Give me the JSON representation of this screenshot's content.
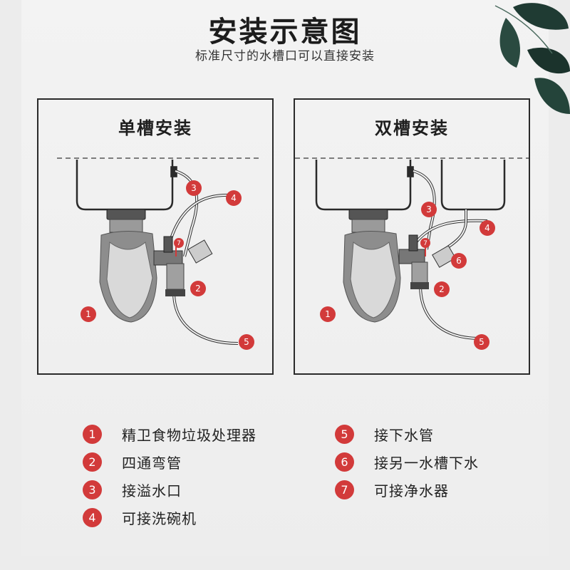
{
  "header": {
    "title": "安装示意图",
    "subtitle": "标准尺寸的水槽口可以直接安装"
  },
  "single": {
    "title": "单槽安装",
    "markers": [
      "1",
      "2",
      "3",
      "4",
      "5",
      "7"
    ]
  },
  "double": {
    "title": "双槽安装",
    "markers": [
      "1",
      "2",
      "3",
      "4",
      "5",
      "6",
      "7"
    ]
  },
  "legend_left": [
    {
      "num": "1",
      "label": "精卫食物垃圾处理器"
    },
    {
      "num": "2",
      "label": "四通弯管"
    },
    {
      "num": "3",
      "label": "接溢水口"
    },
    {
      "num": "4",
      "label": "可接洗碗机"
    }
  ],
  "legend_right": [
    {
      "num": "5",
      "label": "接下水管"
    },
    {
      "num": "6",
      "label": "接另一水槽下水"
    },
    {
      "num": "7",
      "label": "可接净水器"
    }
  ],
  "colors": {
    "marker": "#d23a3a",
    "line": "#2a2a2a",
    "background": "#ececec"
  }
}
